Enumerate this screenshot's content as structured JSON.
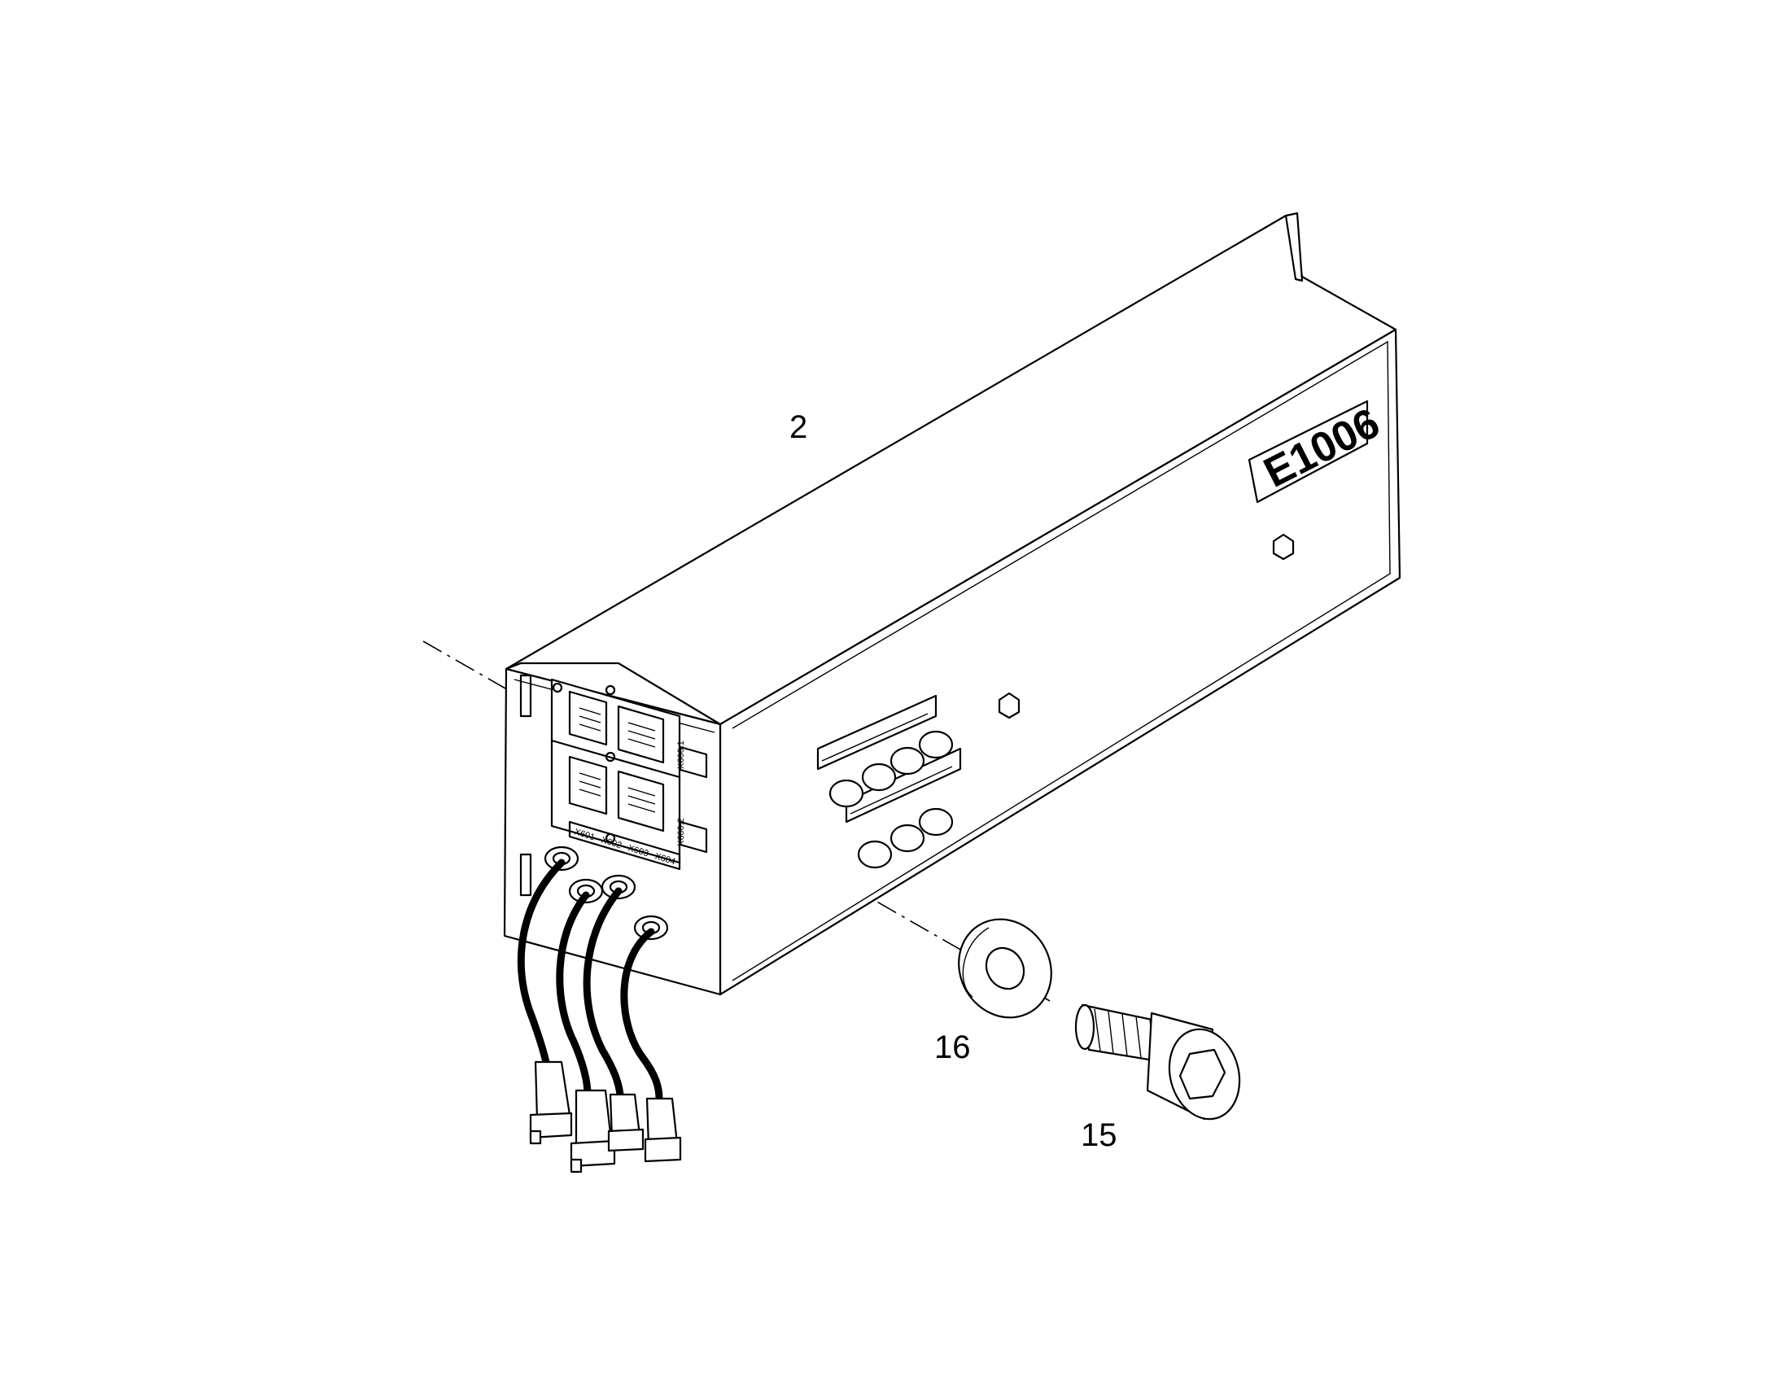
{
  "callouts": {
    "housing": "2",
    "washer": "16",
    "screw": "15"
  },
  "label_plate": "E1006",
  "connector_labels": [
    "X600.1",
    "X600.2",
    "X601",
    "X602",
    "X603",
    "X604"
  ]
}
